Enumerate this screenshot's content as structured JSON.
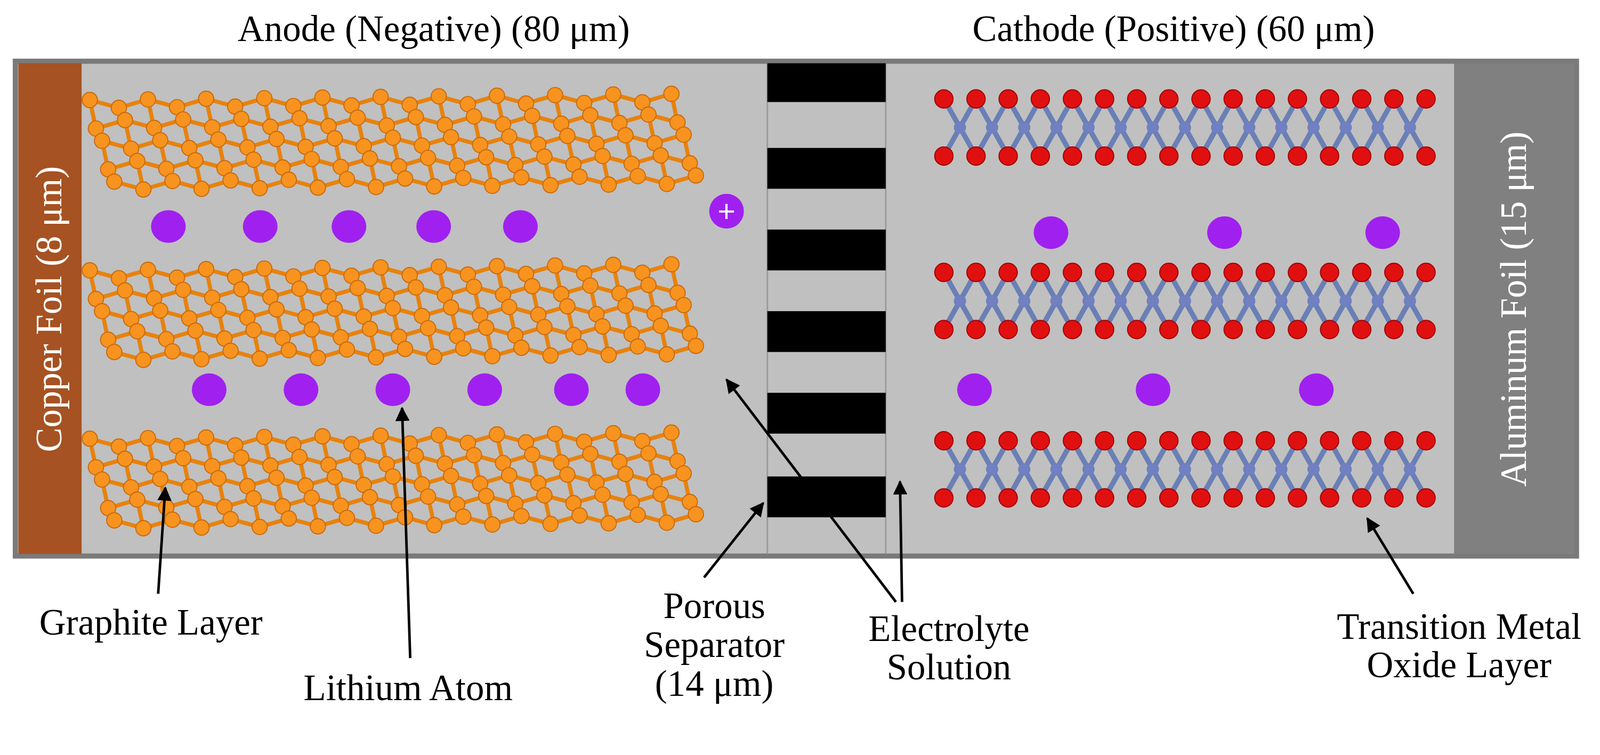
{
  "diagram": {
    "nodes": [
      {
        "text": [
          "Copper Foil (8 μm)"
        ]
      },
      {
        "text": [
          "Aluminum Foil (15 μm)"
        ]
      },
      {
        "text": [
          "+"
        ]
      }
    ],
    "labels": [
      "Anode (Negative) (80 μm)",
      "Cathode (Positive) (60 μm)",
      "Graphite Layer",
      "Lithium Atom",
      "Porous Separator (14 μm)",
      "Electrolyte Solution",
      "Transition Metal Oxide Layer"
    ]
  }
}
